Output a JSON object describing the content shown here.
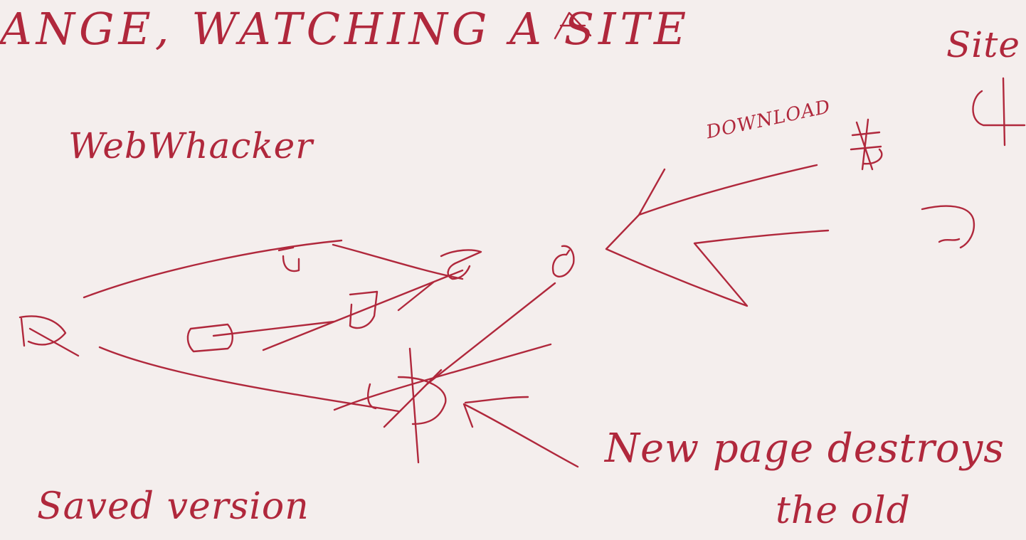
{
  "colors": {
    "paper": "#f4eeed",
    "ink": "#b0283c"
  },
  "notes": {
    "heading": "ANGE, WATCHING A SITE",
    "heading_right": "Site",
    "app_name": "WebWhacker",
    "download_label": "DOWNLOAD",
    "saved_label": "Saved version",
    "new_page_label": "New page destroys",
    "new_page_label_2": "the old"
  }
}
